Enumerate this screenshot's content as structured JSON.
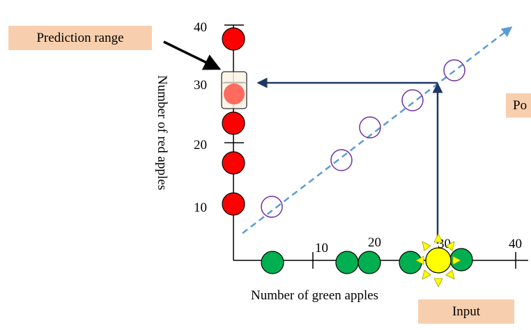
{
  "labels": {
    "prediction_range": "Prediction range",
    "po_partial": "Po",
    "input": "Input",
    "x_axis": "Number of green apples",
    "y_axis": "Number of red apples"
  },
  "x_ticks": [
    "10",
    "20",
    "30",
    "40"
  ],
  "y_ticks": [
    "10",
    "20",
    "30",
    "40"
  ],
  "colors": {
    "red_apple": "#ff0000",
    "green_apple": "#00b050",
    "data_point": "#7030a0",
    "trend_line": "#5b9bd5",
    "guide_arrow": "#1f3864",
    "label_box": "#f8cfae",
    "sun": "#ffff00"
  },
  "icons": {
    "input_marker": "sun-icon",
    "apple": "circle-icon"
  }
}
